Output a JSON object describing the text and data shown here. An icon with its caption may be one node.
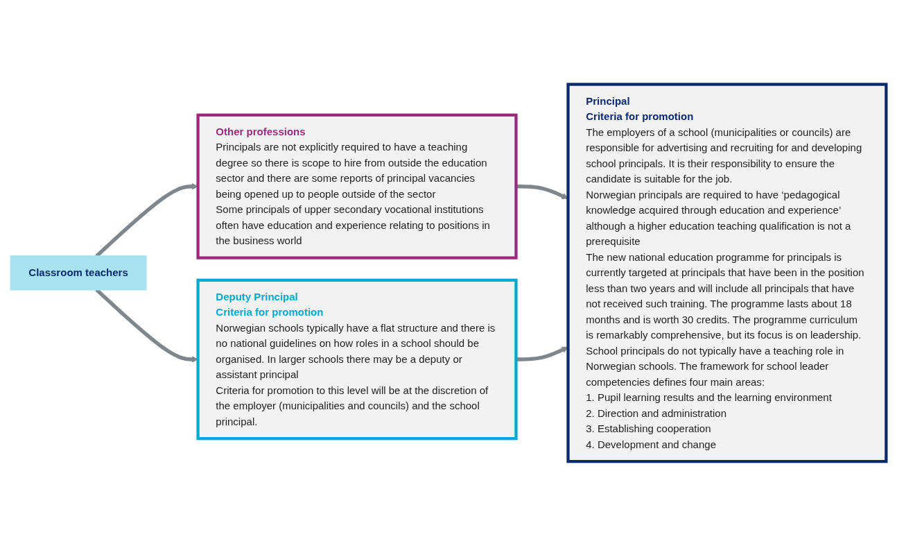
{
  "diagram": {
    "nodes": [
      {
        "text": [
          "Other professions",
          "Principals are not explicitly required to have a teaching degree so there is scope to hire from outside the education sector and there are some reports of principal vacancies being opened up to people outside of the sector",
          "Some principals of upper secondary vocational institutions often have education and experience relating to positions in the business world"
        ]
      },
      {
        "text": [
          "Principal",
          "Criteria for promotion",
          "The employers of a school (municipalities or councils) are responsible for advertising and recruiting for and developing school principals. It is their responsibility to ensure the candidate is suitable for the job.",
          "Norwegian principals are required to have ‘pedagogical knowledge acquired through education and experience’ although a higher education teaching qualification is not a prerequisite",
          "The new national education programme for principals is currently targeted at principals that have been in the position less than two years and will include all principals that have not received such training. The programme lasts about 18 months and is worth 30 credits. The programme curriculum is remarkably comprehensive, but its focus is on leadership.",
          "School principals do not typically have a teaching role in Norwegian schools. The framework for school leader competencies defines four main areas:",
          "1. Pupil learning results and the learning environment",
          "2. Direction and administration",
          "3. Establishing cooperation",
          "4. Development and change"
        ]
      },
      {
        "text": [
          "Deputy Principal",
          "Criteria for promotion",
          "Norwegian schools typically have a flat structure and there is no national guidelines on how roles in a school should be organised. In larger schools there may be a deputy or assistant principal",
          "Criteria for promotion to this level will be at the discretion of the employer (municipalities and councils) and the school principal."
        ]
      },
      {
        "text": [
          "Classroom teachers"
        ]
      }
    ],
    "edges": [
      {
        "from": 3,
        "to": 0,
        "arrow": "to"
      },
      {
        "from": 3,
        "to": 2,
        "arrow": "to"
      },
      {
        "from": 0,
        "to": 1,
        "arrow": "to"
      },
      {
        "from": 2,
        "to": 1,
        "arrow": "to"
      }
    ]
  }
}
